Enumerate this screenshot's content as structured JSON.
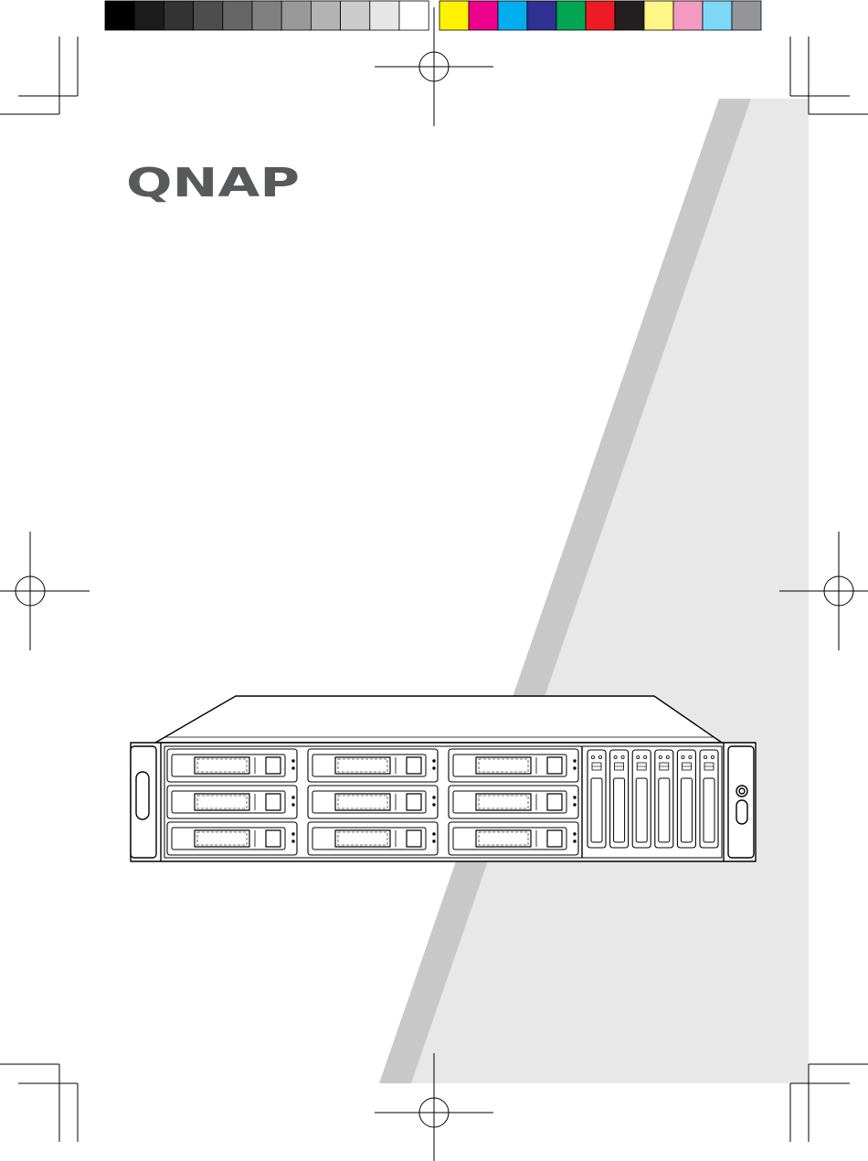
{
  "brand": {
    "logo_text": "QNAP",
    "logo_color": "#58595b"
  },
  "print_marks": {
    "grayscale_swatches": [
      "#000000",
      "#1c1c1c",
      "#333333",
      "#4d4d4d",
      "#666666",
      "#808080",
      "#999999",
      "#b3b3b3",
      "#cccccc",
      "#e6e6e6",
      "#ffffff"
    ],
    "color_swatches": [
      "#fff200",
      "#ec008c",
      "#00aeef",
      "#2e3192",
      "#00a651",
      "#ed1c24",
      "#231f20",
      "#fff685",
      "#f49ac1",
      "#7dd8f8",
      "#939598"
    ]
  },
  "background": {
    "panel_color": "#e8e8e9",
    "stripe_color": "#c8c8c9"
  },
  "device": {
    "large_bay_rows": 3,
    "large_bay_columns": 3,
    "small_bay_count": 6
  }
}
